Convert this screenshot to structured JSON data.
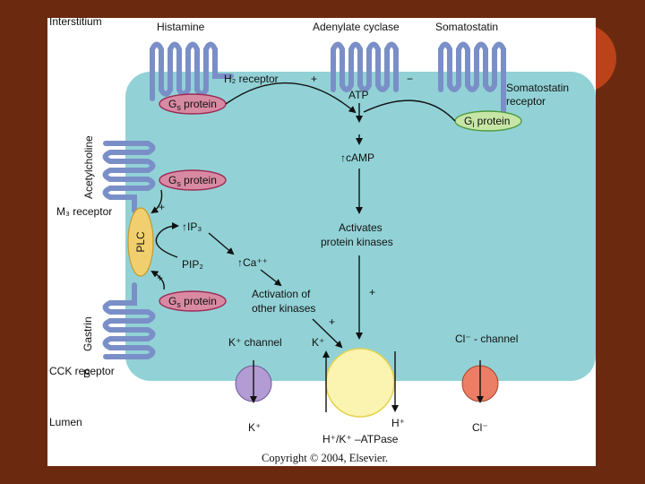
{
  "labels": {
    "interstitium": "Interstitium",
    "lumen": "Lumen",
    "histamine": "Histamine",
    "adenylate_cyclase": "Adenylate cyclase",
    "somatostatin": "Somatostatin",
    "h2_receptor": "H₂ receptor",
    "plus_h2": "+",
    "minus_som": "−",
    "atp": "ATP",
    "somatostatin_receptor_1": "Somatostatin",
    "somatostatin_receptor_2": "receptor",
    "camp": "↑cAMP",
    "activates_1": "Activates",
    "activates_2": "protein kinases",
    "acetylcholine": "Acetylcholine",
    "m3_receptor": "M₃ receptor",
    "plc": "PLC",
    "ip3": "↑IP₃",
    "pip2": "PIP₂",
    "ca": "↑Ca⁺⁺",
    "plus_gs_mid": "+",
    "plus_plc": "+",
    "plus_kinase": "+",
    "plus_other": "+",
    "activation_1": "Activation of",
    "activation_2": "other kinases",
    "gastrin": "Gastrin",
    "cckb_receptor": "CCK receptor",
    "cckb_sub": "B",
    "k_channel": "K⁺ channel",
    "k_top": "K⁺",
    "k_bottom": "K⁺",
    "h_bottom": "H⁺",
    "cl_channel": "Cl⁻ - channel",
    "cl_bottom": "Cl⁻",
    "atpase": "H⁺/K⁺ –ATPase",
    "copyright": "Copyright © 2004, Elsevier."
  },
  "pills": {
    "gs_top": "G",
    "gs_top_sub": "s",
    "gs_mid": "G",
    "gs_mid_sub": "s",
    "gs_bot": "G",
    "gs_bot_sub": "s",
    "gi": "G",
    "gi_sub": "i",
    "protein": " protein"
  },
  "colors": {
    "background": "#6b2a10",
    "panel": "#ffffff",
    "cell": "#92d2d6",
    "receptor": "#7a8fc7",
    "gs_fill": "#d98aa3",
    "gs_stroke": "#9a2b54",
    "gi_fill": "#c7e6a6",
    "gi_stroke": "#4e9a43",
    "plc_fill": "#f2cf6e",
    "atpase_fill": "#fbf3b0",
    "k_channel_fill": "#b39bd4",
    "cl_channel_fill": "#ec7e66"
  }
}
